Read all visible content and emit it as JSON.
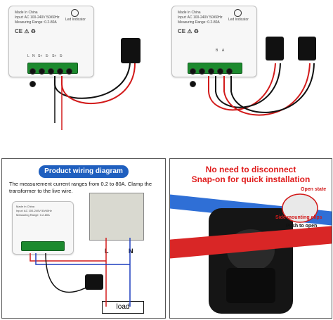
{
  "device": {
    "made_in": "Made In China",
    "led_label": "Led Indicator",
    "input": "Input: AC 100-240V 50/60Hz",
    "range": "Measuring Range: 0.2-80A",
    "cert": "CE  ⚠  ♻",
    "terminals": [
      "L",
      "N",
      "S+",
      "S-",
      "S+",
      "S-"
    ],
    "markers": [
      "B",
      "A"
    ]
  },
  "bottom_left": {
    "title": "Product wiring diagram",
    "desc": "The measurement current ranges from 0.2 to 80A. Clamp the transformer to the live wire.",
    "L": "L",
    "N": "N",
    "load": "load"
  },
  "bottom_right": {
    "title1": "No need to disconnect",
    "title2": "Snap-on for quick installation",
    "open_state": "Open state",
    "clips": "Side mounting clips",
    "push": "Push to open"
  },
  "colors": {
    "terminal_green": "#1c8a2e",
    "badge_blue": "#1f5fbf",
    "title_red": "#e01c1c"
  }
}
